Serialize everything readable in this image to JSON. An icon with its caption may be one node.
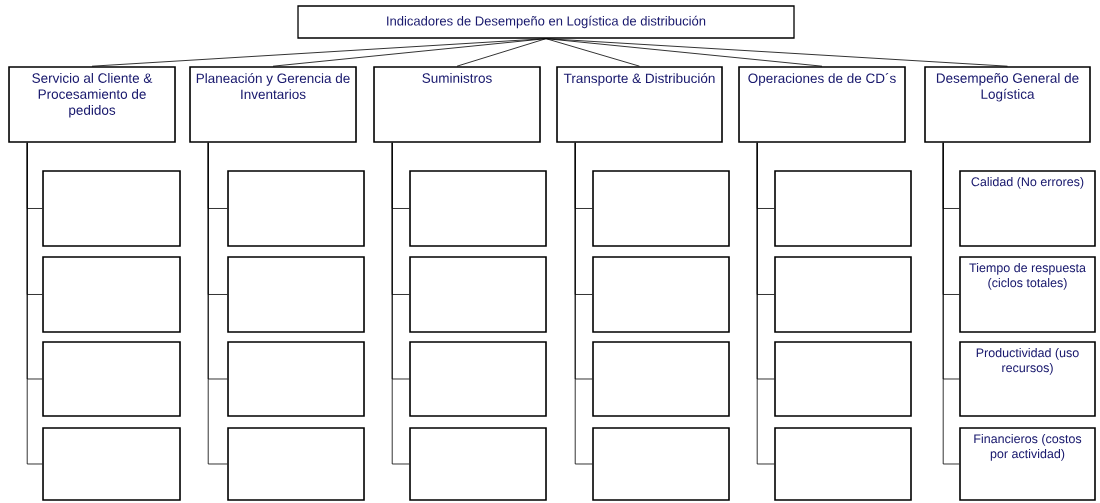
{
  "diagram": {
    "nodes": [
      {
        "text": [
          "Indicadores de Desempeño en Logística de distribución"
        ]
      },
      {
        "text": [
          "Servicio al Cliente & Procesamiento de pedidos"
        ]
      },
      {
        "text": [
          "Planeación y Gerencia de Inventarios"
        ]
      },
      {
        "text": [
          "Suministros"
        ]
      },
      {
        "text": [
          "Transporte & Distribución"
        ]
      },
      {
        "text": [
          "Operaciones de de CD´s"
        ]
      },
      {
        "text": [
          "Desempeño General de Logística"
        ]
      },
      {
        "text": [],
        "shape": "box"
      },
      {
        "text": [],
        "shape": "box"
      },
      {
        "text": [],
        "shape": "box"
      },
      {
        "text": [],
        "shape": "box"
      },
      {
        "text": [],
        "shape": "box"
      },
      {
        "text": [],
        "shape": "box"
      },
      {
        "text": [],
        "shape": "box"
      },
      {
        "text": [],
        "shape": "box"
      },
      {
        "text": [],
        "shape": "box"
      },
      {
        "text": [],
        "shape": "box"
      },
      {
        "text": [],
        "shape": "box"
      },
      {
        "text": [],
        "shape": "box"
      },
      {
        "text": [],
        "shape": "box"
      },
      {
        "text": [],
        "shape": "box"
      },
      {
        "text": [],
        "shape": "box"
      },
      {
        "text": [],
        "shape": "box"
      },
      {
        "text": [],
        "shape": "box"
      },
      {
        "text": [],
        "shape": "box"
      },
      {
        "text": [],
        "shape": "box"
      },
      {
        "text": [],
        "shape": "box"
      },
      {
        "text": [
          "Calidad (No errores)"
        ]
      },
      {
        "text": [
          "Tiempo de respuesta (ciclos totales)"
        ]
      },
      {
        "text": [
          "Productividad (uso recursos)"
        ]
      },
      {
        "text": [
          "Financieros (costos por actividad)"
        ]
      }
    ],
    "edges": [
      {
        "from": 0,
        "to": 1,
        "arrow": "none"
      },
      {
        "from": 0,
        "to": 2,
        "arrow": "none"
      },
      {
        "from": 0,
        "to": 3,
        "arrow": "none"
      },
      {
        "from": 0,
        "to": 4,
        "arrow": "none"
      },
      {
        "from": 0,
        "to": 5,
        "arrow": "none"
      },
      {
        "from": 0,
        "to": 6,
        "arrow": "none"
      },
      {
        "from": 1,
        "to": 7,
        "arrow": "none"
      },
      {
        "from": 1,
        "to": 8,
        "arrow": "none"
      },
      {
        "from": 1,
        "to": 9,
        "arrow": "none"
      },
      {
        "from": 1,
        "to": 10,
        "arrow": "none"
      },
      {
        "from": 2,
        "to": 11,
        "arrow": "none"
      },
      {
        "from": 2,
        "to": 12,
        "arrow": "none"
      },
      {
        "from": 2,
        "to": 13,
        "arrow": "none"
      },
      {
        "from": 2,
        "to": 14,
        "arrow": "none"
      },
      {
        "from": 3,
        "to": 15,
        "arrow": "none"
      },
      {
        "from": 3,
        "to": 16,
        "arrow": "none"
      },
      {
        "from": 3,
        "to": 17,
        "arrow": "none"
      },
      {
        "from": 3,
        "to": 18,
        "arrow": "none"
      },
      {
        "from": 4,
        "to": 19,
        "arrow": "none"
      },
      {
        "from": 4,
        "to": 20,
        "arrow": "none"
      },
      {
        "from": 4,
        "to": 21,
        "arrow": "none"
      },
      {
        "from": 4,
        "to": 22,
        "arrow": "none"
      },
      {
        "from": 5,
        "to": 23,
        "arrow": "none"
      },
      {
        "from": 5,
        "to": 24,
        "arrow": "none"
      },
      {
        "from": 5,
        "to": 25,
        "arrow": "none"
      },
      {
        "from": 5,
        "to": 26,
        "arrow": "none"
      },
      {
        "from": 6,
        "to": 27,
        "arrow": "none"
      },
      {
        "from": 6,
        "to": 28,
        "arrow": "none"
      },
      {
        "from": 6,
        "to": 29,
        "arrow": "none"
      },
      {
        "from": 6,
        "to": 30,
        "arrow": "none"
      }
    ]
  }
}
